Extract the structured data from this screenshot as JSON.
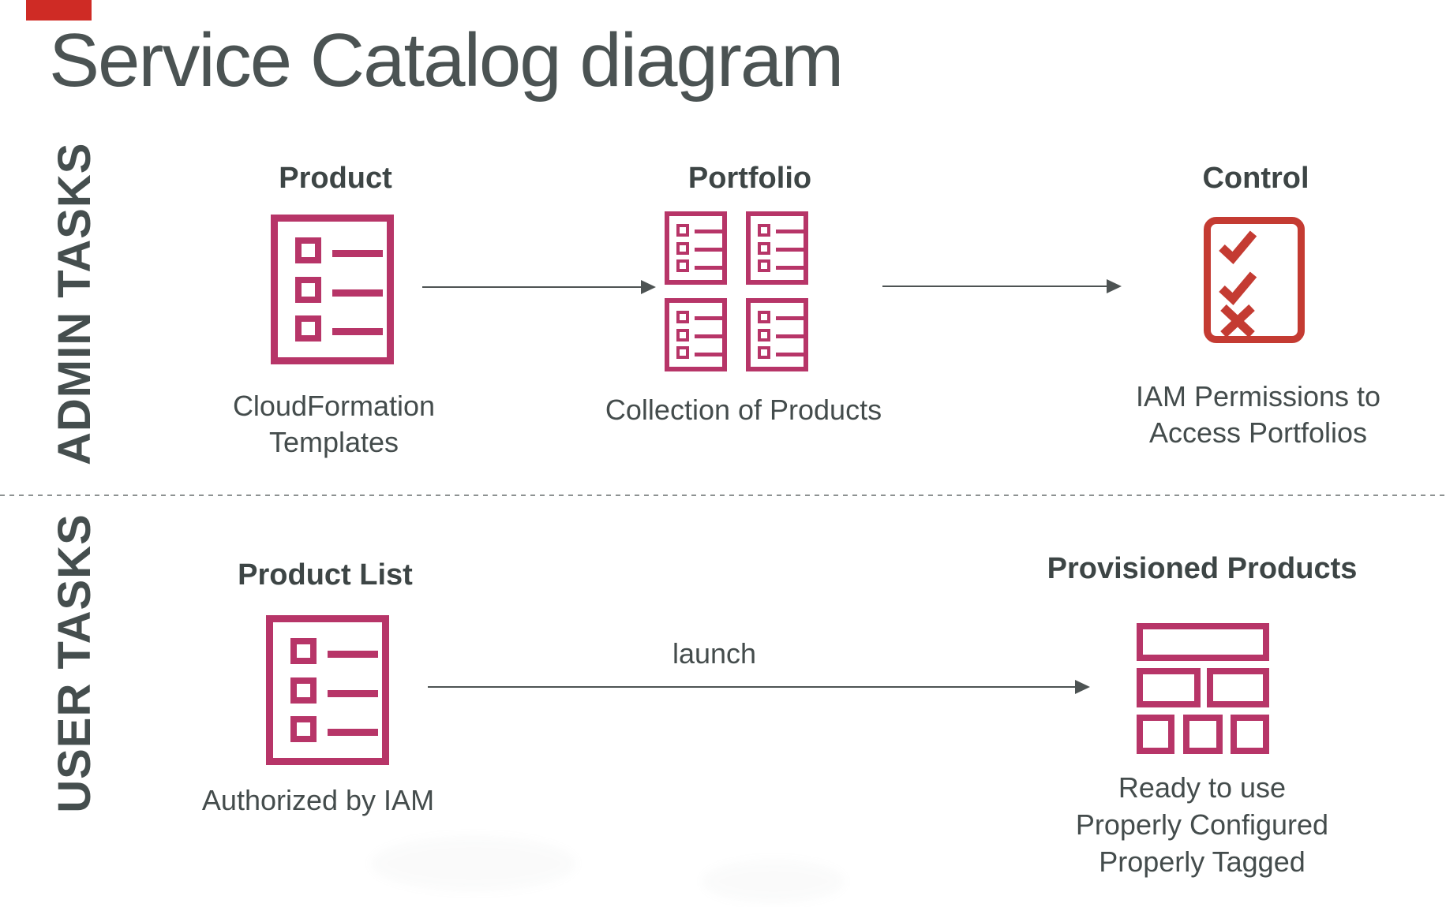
{
  "title": "Service Catalog diagram",
  "colors": {
    "magenta": "#b73568",
    "red": "#c43b32",
    "text_dark": "#414a4a",
    "arrow_gray": "#4d5353",
    "top_left_mark": "#cf2b25"
  },
  "icons": {
    "product": "list-document-icon",
    "portfolio": "four-list-documents-grid-icon",
    "control": "checklist-check-check-cross-icon",
    "provisioned": "stacked-blocks-icon",
    "arrows": "right-arrow-icon"
  },
  "admin_row": {
    "row_label": "ADMIN TASKS",
    "product": {
      "heading": "Product",
      "caption": "CloudFormation\nTemplates"
    },
    "portfolio": {
      "heading": "Portfolio",
      "caption": "Collection of Products"
    },
    "control": {
      "heading": "Control",
      "caption": "IAM Permissions to\nAccess Portfolios"
    }
  },
  "user_row": {
    "row_label": "USER TASKS",
    "product_list": {
      "heading": "Product List",
      "caption": "Authorized by IAM"
    },
    "launch_label": "launch",
    "provisioned": {
      "heading": "Provisioned Products",
      "caption": "Ready to use\nProperly Configured\nProperly Tagged"
    }
  }
}
